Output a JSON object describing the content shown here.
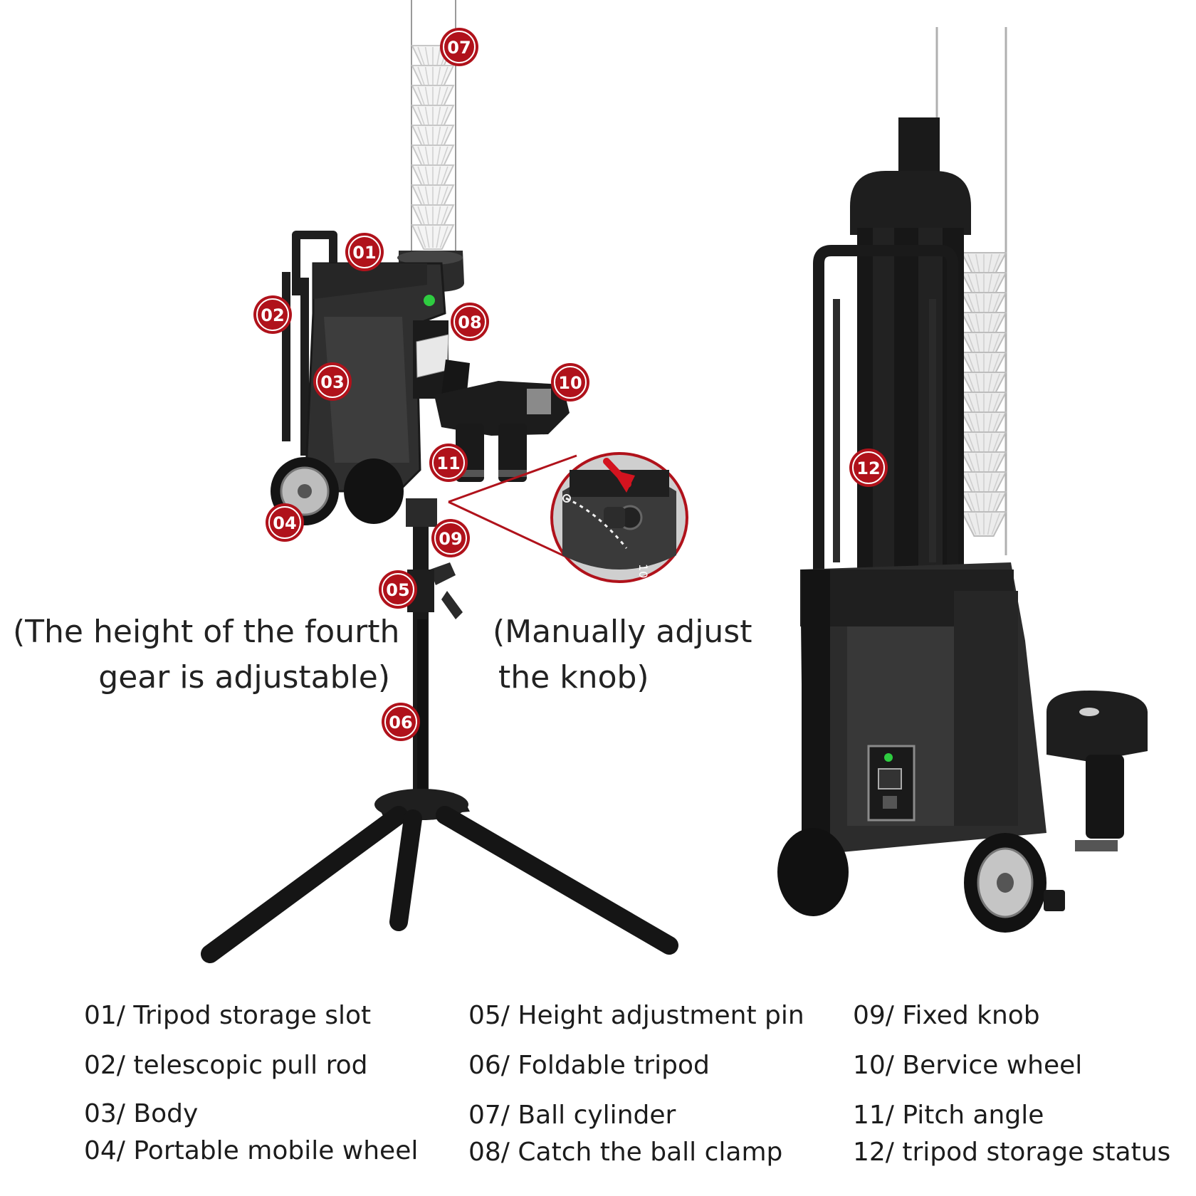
{
  "callouts": [
    {
      "num": "01"
    },
    {
      "num": "02"
    },
    {
      "num": "03"
    },
    {
      "num": "04"
    },
    {
      "num": "05"
    },
    {
      "num": "06"
    },
    {
      "num": "07"
    },
    {
      "num": "08"
    },
    {
      "num": "09"
    },
    {
      "num": "10"
    },
    {
      "num": "11"
    },
    {
      "num": "12"
    }
  ],
  "knob_scale": {
    "max_label": "10"
  },
  "captions": {
    "fourth_gear_line1": "(The height of the fourth",
    "fourth_gear_line2": "gear is adjustable)",
    "knob_line1": "(Manually adjust",
    "knob_line2": "the knob)"
  },
  "legend": [
    {
      "id": "01",
      "text": "01/ Tripod storage slot"
    },
    {
      "id": "02",
      "text": "02/ telescopic pull rod"
    },
    {
      "id": "03",
      "text": "03/ Body"
    },
    {
      "id": "04",
      "text": "04/ Portable mobile wheel"
    },
    {
      "id": "05",
      "text": "05/ Height adjustment pin"
    },
    {
      "id": "06",
      "text": "06/ Foldable tripod"
    },
    {
      "id": "07",
      "text": "07/ Ball cylinder"
    },
    {
      "id": "08",
      "text": "08/ Catch the ball clamp"
    },
    {
      "id": "09",
      "text": "09/ Fixed knob"
    },
    {
      "id": "10",
      "text": "10/ Bervice wheel"
    },
    {
      "id": "11",
      "text": "11/ Pitch angle"
    },
    {
      "id": "12",
      "text": "12/ tripod storage status"
    }
  ],
  "colors": {
    "callout_fill": "#b0121b",
    "callout_ring": "#ffffff",
    "machine_dark": "#1f1f1f",
    "machine_mid": "#3a3a3a",
    "background": "#ffffff"
  }
}
